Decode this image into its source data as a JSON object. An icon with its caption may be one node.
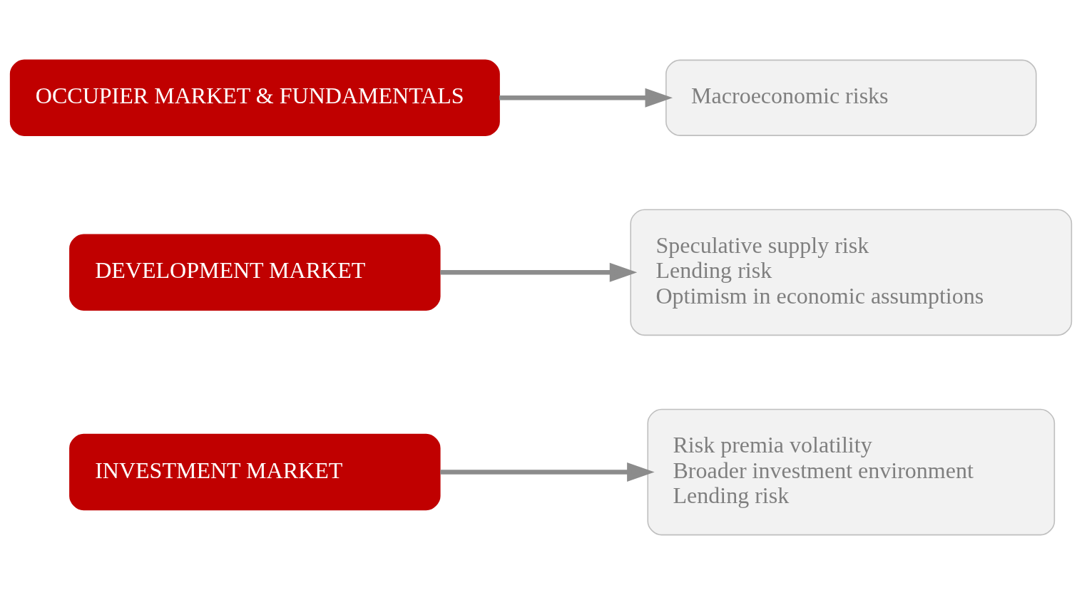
{
  "diagram": {
    "nodes": [
      {
        "text": [
          "OCCUPIER MARKET & FUNDAMENTALS"
        ]
      },
      {
        "text": [
          "Macroeconomic risks"
        ]
      },
      {
        "text": [
          "DEVELOPMENT MARKET"
        ]
      },
      {
        "text": [
          "Speculative supply risk",
          "Lending risk",
          "Optimism in economic assumptions"
        ]
      },
      {
        "text": [
          "INVESTMENT MARKET"
        ]
      },
      {
        "text": [
          "Risk premia volatility",
          "Broader investment environment",
          "Lending risk"
        ]
      }
    ],
    "edges": [
      {
        "from": 0,
        "to": 1,
        "arrow": "to"
      },
      {
        "from": 2,
        "to": 3,
        "arrow": "to"
      },
      {
        "from": 4,
        "to": 5,
        "arrow": "to"
      }
    ]
  }
}
